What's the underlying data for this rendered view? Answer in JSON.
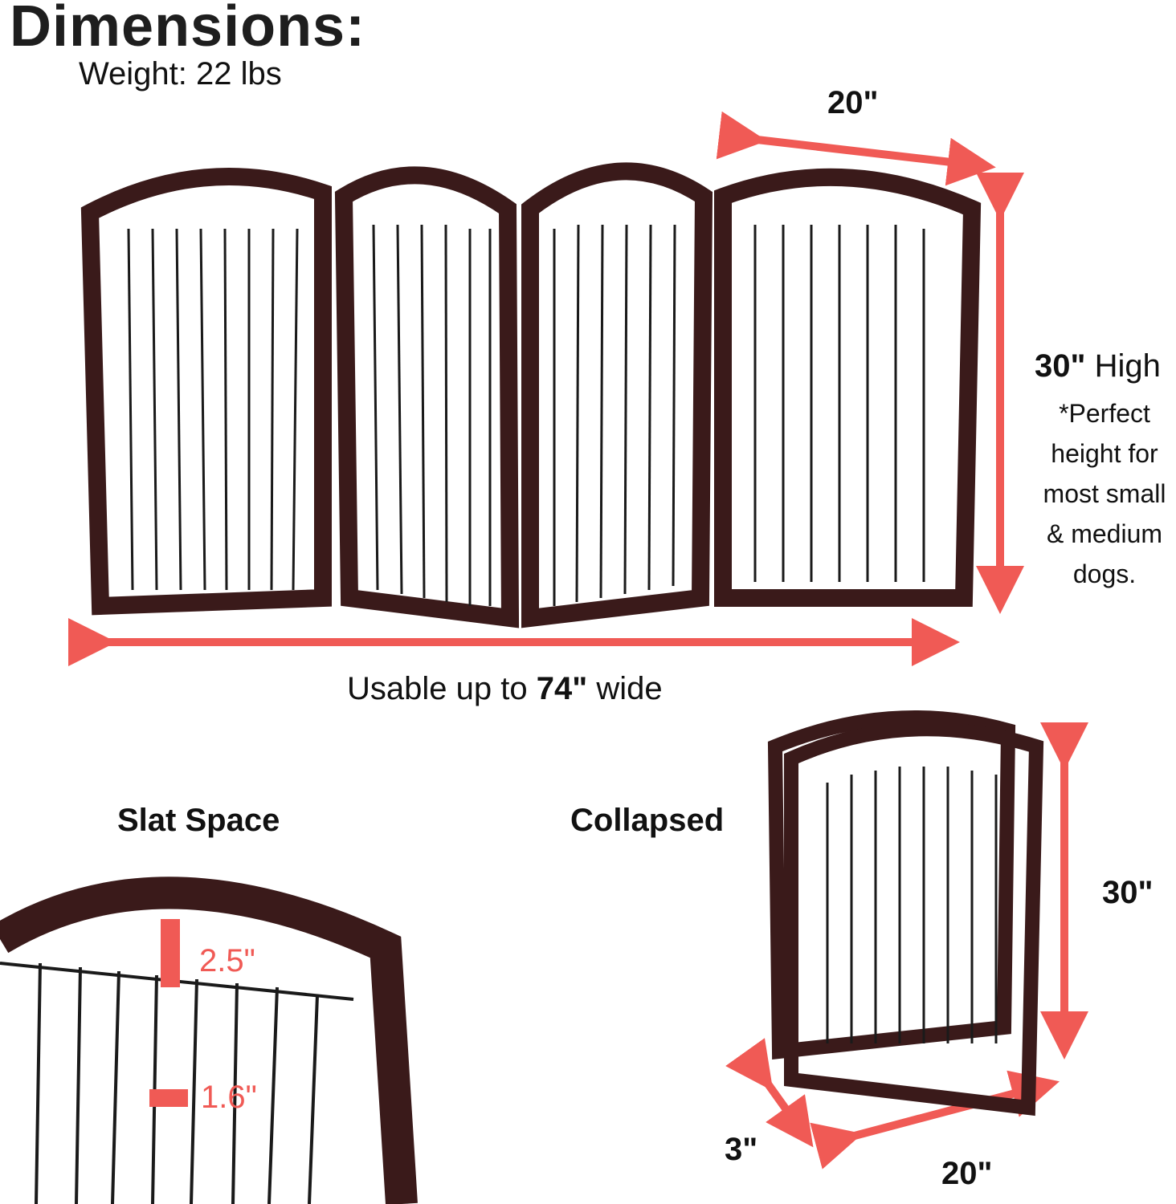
{
  "header": {
    "title": "Dimensions:",
    "weight": "Weight: 22 lbs"
  },
  "main_gate": {
    "panel_width": "20\"",
    "height_value": "30\"",
    "height_word": "High",
    "height_note": [
      "*Perfect",
      "height for",
      "most small",
      "& medium",
      "dogs."
    ],
    "width_prefix": "Usable up to",
    "width_value": "74\"",
    "width_suffix": "wide",
    "panels": 4
  },
  "slat_space": {
    "title": "Slat Space",
    "top_gap": "2.5\"",
    "slat_gap": "1.6\""
  },
  "collapsed": {
    "title": "Collapsed",
    "height": "30\"",
    "depth": "3\"",
    "width": "20\""
  },
  "colors": {
    "arrow": "#f05a55",
    "frame": "#3a1a1a",
    "bars": "#1a1a1a"
  }
}
